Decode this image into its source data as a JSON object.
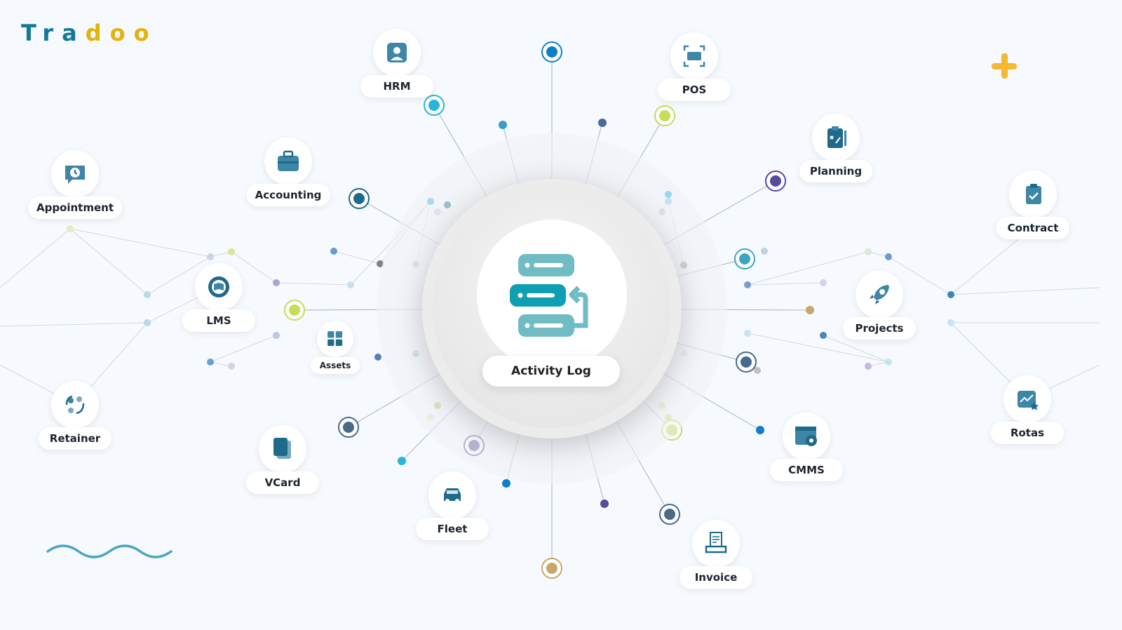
{
  "brand": {
    "logo_part1": "Tra",
    "logo_part2": "doo",
    "primary_color": "#137a96",
    "secondary_color": "#e3b30c"
  },
  "center": {
    "label": "Activity Log",
    "icon": "activity-log-server-icon",
    "color": "#0e9fb3"
  },
  "modules": [
    {
      "label": "HRM",
      "icon": "user-badge-icon"
    },
    {
      "label": "POS",
      "icon": "pos-scanner-icon"
    },
    {
      "label": "Planning",
      "icon": "clipboard-plan-icon"
    },
    {
      "label": "Contract",
      "icon": "clipboard-check-icon"
    },
    {
      "label": "Projects",
      "icon": "rocket-icon"
    },
    {
      "label": "Rotas",
      "icon": "chart-star-icon"
    },
    {
      "label": "CMMS",
      "icon": "window-gear-icon"
    },
    {
      "label": "Invoice",
      "icon": "laptop-invoice-icon"
    },
    {
      "label": "Fleet",
      "icon": "car-icon"
    },
    {
      "label": "VCard",
      "icon": "card-icon"
    },
    {
      "label": "Retainer",
      "icon": "cycle-icon"
    },
    {
      "label": "Assets",
      "icon": "calculator-icon"
    },
    {
      "label": "LMS",
      "icon": "gear-book-icon"
    },
    {
      "label": "Accounting",
      "icon": "briefcase-icon"
    },
    {
      "label": "Appointment",
      "icon": "clock-chat-icon"
    }
  ]
}
